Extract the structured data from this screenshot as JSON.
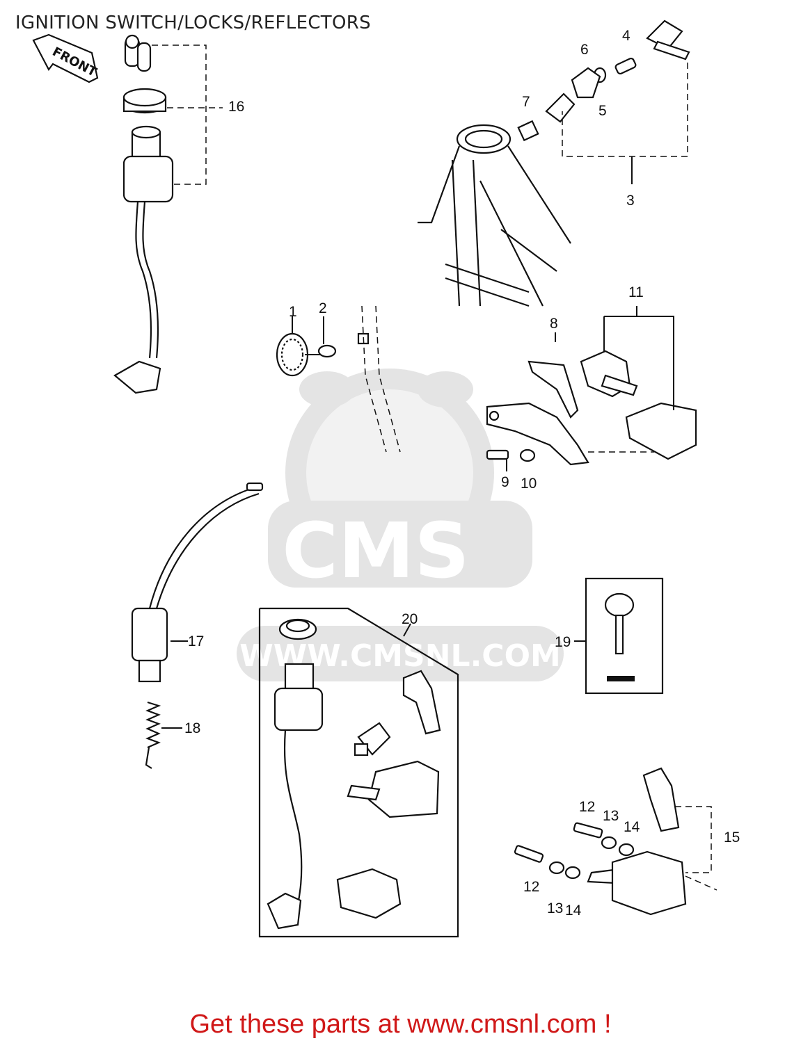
{
  "title": "IGNITION SWITCH/LOCKS/REFLECTORS",
  "front_arrow": "FRONT",
  "watermark": {
    "logo_text": "CMS",
    "url_text": "WWW.CMSNL.COM"
  },
  "callouts": {
    "c1": "1",
    "c2": "2",
    "c3": "3",
    "c4": "4",
    "c5": "5",
    "c6": "6",
    "c7": "7",
    "c8": "8",
    "c9": "9",
    "c10": "10",
    "c11": "11",
    "c12a": "12",
    "c12b": "12",
    "c13a": "13",
    "c13b": "13",
    "c14a": "14",
    "c14b": "14",
    "c15": "15",
    "c16": "16",
    "c17": "17",
    "c18": "18",
    "c19": "19",
    "c20": "20"
  },
  "cta_text": "Get these parts at www.cmsnl.com !",
  "colors": {
    "cta": "#d01818",
    "line": "#111111",
    "watermark": "#e4e4e4"
  }
}
